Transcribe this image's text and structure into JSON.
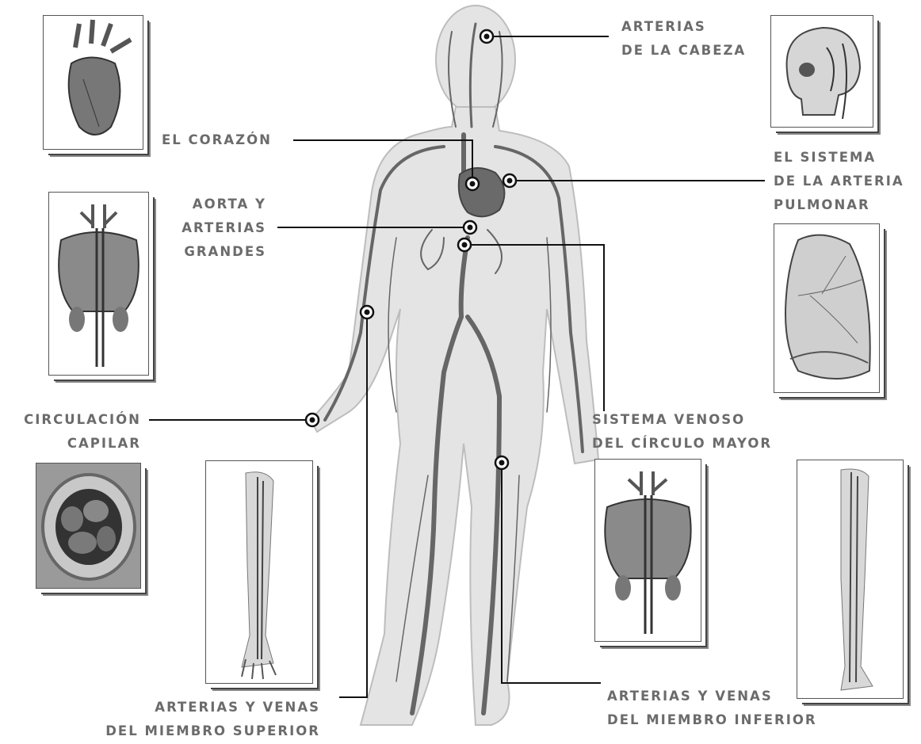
{
  "labels": {
    "cabeza": "ARTERIAS\nDE LA CABEZA",
    "corazon": "EL CORAZÓN",
    "pulmonar": "EL SISTEMA\nDE LA ARTERIA\nPULMONAR",
    "aorta": "AORTA Y\nARTERIAS\nGRANDES",
    "venoso": "SISTEMA VENOSO\nDEL CÍRCULO MAYOR",
    "capilar": "CIRCULACIÓN\nCAPILAR",
    "superior": "ARTERIAS Y VENAS\nDEL MIEMBRO SUPERIOR",
    "inferior": "ARTERIAS Y VENAS\nDEL MIEMBRO INFERIOR"
  },
  "thumbnails": [
    {
      "id": "heart",
      "depicts": "heart-illustration"
    },
    {
      "id": "skull",
      "depicts": "skull-head-arteries-illustration"
    },
    {
      "id": "torso-left",
      "depicts": "torso-aorta-illustration"
    },
    {
      "id": "lung",
      "depicts": "lung-illustration"
    },
    {
      "id": "capillary",
      "depicts": "capillary-cross-section-photo"
    },
    {
      "id": "arm",
      "depicts": "arm-vessels-illustration"
    },
    {
      "id": "torso-right",
      "depicts": "torso-venous-illustration"
    },
    {
      "id": "leg",
      "depicts": "leg-vessels-illustration"
    }
  ],
  "colors": {
    "label": "#6b6b6b",
    "vessel": "#555555",
    "body": "#d9d9d9",
    "leader": "#111111"
  }
}
